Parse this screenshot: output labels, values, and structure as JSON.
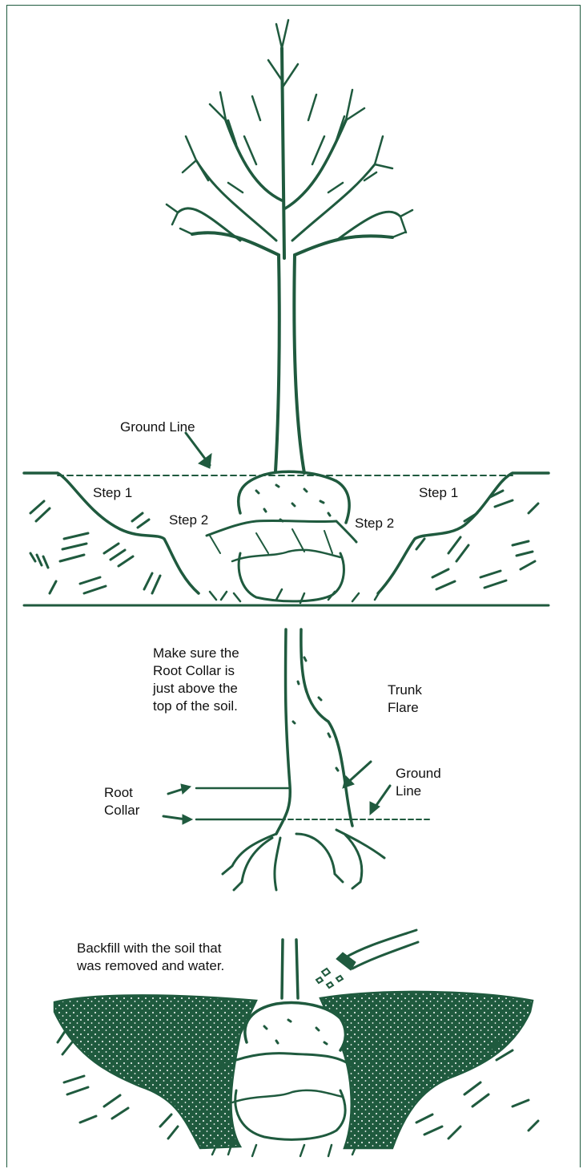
{
  "panel1": {
    "ground_line": "Ground Line",
    "step1_left": "Step 1",
    "step1_right": "Step 1",
    "step2_left": "Step 2",
    "step2_right": "Step 2"
  },
  "panel2": {
    "instruction_lines": [
      "Make sure the",
      "Root Collar is",
      "just above the",
      "top of the soil."
    ],
    "trunk_flare": [
      "Trunk",
      "Flare"
    ],
    "ground_line": [
      "Ground",
      "Line"
    ],
    "root_collar": [
      "Root",
      "Collar"
    ]
  },
  "panel3": {
    "instruction_lines": [
      "Backfill with the soil that",
      "was removed and water."
    ]
  },
  "colors": {
    "ink": "#1f5a3e",
    "text": "#111111"
  }
}
